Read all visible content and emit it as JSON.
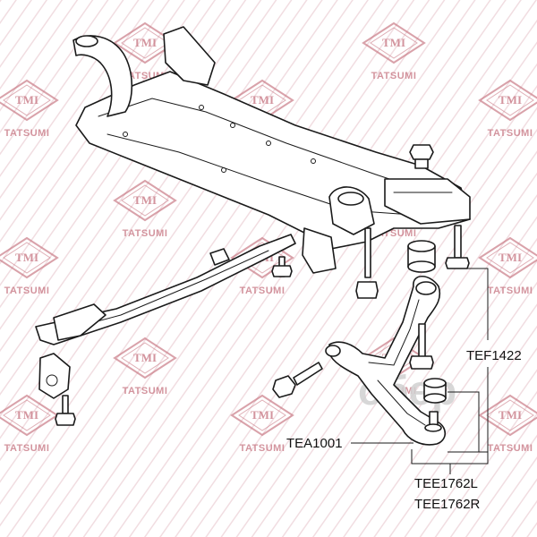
{
  "watermark": {
    "logo": "TMI",
    "text": "TATSUMI",
    "color": "#c97a86"
  },
  "brand_overlay": {
    "text": "oбeр",
    "color": "#d1d1d1"
  },
  "labels": {
    "stabilizer_link": "TEF1422",
    "control_arm_bolt": "TEA1001",
    "control_arm_left": "TEE1762L",
    "control_arm_right": "TEE1762R"
  }
}
